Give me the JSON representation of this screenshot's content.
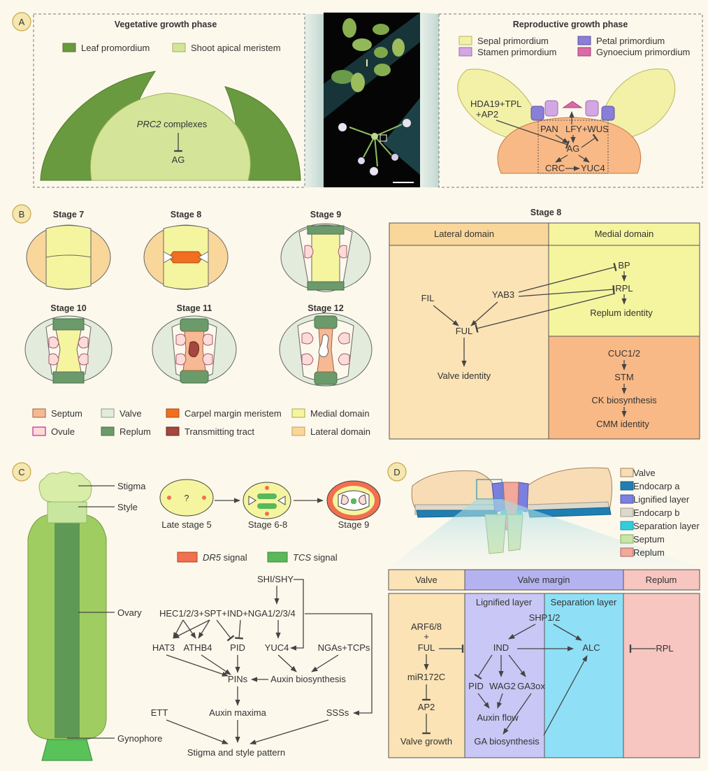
{
  "panel_letters": {
    "a": "A",
    "b": "B",
    "c": "C",
    "d": "D"
  },
  "panelA": {
    "veg_title": "Vegetative growth phase",
    "legend": [
      {
        "label": "Leaf promordium",
        "color": "#6a9a3f"
      },
      {
        "label": "Shoot apical meristem",
        "color": "#d4e59a"
      }
    ],
    "prc2_italic": "PRC2",
    "prc2_rest": " complexes",
    "ag": "AG",
    "repro_title": "Reproductive growth phase",
    "repro_legend": [
      {
        "label": "Sepal primordium",
        "color": "#f3f1a8"
      },
      {
        "label": "Petal primordium",
        "color": "#8a7fd8"
      },
      {
        "label": "Stamen primordium",
        "color": "#d3a7e3"
      },
      {
        "label": "Gynoecium primordium",
        "color": "#d96ca6"
      }
    ],
    "repro_nodes": {
      "hda_line1": "HDA19+TPL",
      "hda_line2": "+AP2",
      "pan": "PAN",
      "lfy": "LFY+WUS",
      "ag": "AG",
      "crc": "CRC",
      "yuc4": "YUC4"
    }
  },
  "panelB": {
    "stages": [
      "Stage 7",
      "Stage 8",
      "Stage 9",
      "Stage 10",
      "Stage 11",
      "Stage 12"
    ],
    "legend": [
      {
        "label": "Septum",
        "color": "#f6b993"
      },
      {
        "label": "Valve",
        "color": "#e3ecdc"
      },
      {
        "label": "Carpel margin meristem",
        "color": "#f26f1f"
      },
      {
        "label": "Medial domain",
        "color": "#f5f5a0"
      },
      {
        "label": "Ovule",
        "color": "#fbdcd6"
      },
      {
        "label": "Replum",
        "color": "#6b9a6b"
      },
      {
        "label": "Transmitting tract",
        "color": "#a5463f"
      },
      {
        "label": "Lateral domain",
        "color": "#f9d69a"
      }
    ],
    "stage8_title": "Stage 8",
    "lateral_header": "Lateral domain",
    "medial_header": "Medial domain",
    "nodes": {
      "bp": "BP",
      "rpl": "RPL",
      "replum_identity": "Replum identity",
      "fil": "FIL",
      "yab3": "YAB3",
      "ful": "FUL",
      "valve_identity": "Valve identity",
      "cuc": "CUC1/2",
      "stm": "STM",
      "ck": "CK biosynthesis",
      "cmm": "CMM identity"
    }
  },
  "panelC": {
    "gyn_labels": [
      "Stigma",
      "Style",
      "Ovary",
      "Gynophore"
    ],
    "stages": [
      "Late stage 5",
      "Stage 6-8",
      "Stage 9"
    ],
    "question": "?",
    "dr5_italic": "DR5",
    "tcs_italic": "TCS",
    "signal": " signal",
    "nodes": {
      "shi": "SHI/SHY",
      "hec": "HEC1/2/3+SPT+IND+NGA1/2/3/4",
      "hat3": "HAT3",
      "athb4": "ATHB4",
      "pid": "PID",
      "yuc4": "YUC4",
      "ngas": "NGAs+TCPs",
      "pins": "PINs",
      "auxin_bio": "Auxin biosynthesis",
      "ett": "ETT",
      "auxin_max": "Auxin maxima",
      "sss": "SSSs",
      "stigma_pattern": "Stigma and style pattern"
    }
  },
  "panelD": {
    "legend": [
      {
        "label": "Valve",
        "color": "#f7dcb5"
      },
      {
        "label": "Endocarp a",
        "color": "#1f7fb3"
      },
      {
        "label": "Lignified layer",
        "color": "#7b7fe0"
      },
      {
        "label": "Endocarp b",
        "color": "#ddd8cc"
      },
      {
        "label": "Separation layer",
        "color": "#33ccdd"
      },
      {
        "label": "Septum",
        "color": "#c9e4a8"
      },
      {
        "label": "Replum",
        "color": "#f2a89a"
      }
    ],
    "headers": {
      "valve": "Valve",
      "valve_margin": "Valve margin",
      "replum": "Replum"
    },
    "sub_headers": {
      "lignified": "Lignified layer",
      "separation": "Separation layer"
    },
    "nodes": {
      "arf": "ARF6/8",
      "plus": "+",
      "ful": "FUL",
      "mir": "miR172C",
      "ap2": "AP2",
      "valve_growth": "Valve growth",
      "shp": "SHP1/2",
      "ind": "IND",
      "alc": "ALC",
      "pid": "PID",
      "wag2": "WAG2",
      "ga3ox": "GA3ox",
      "auxin_flow": "Auxin flow",
      "ga_bio": "GA biosynthesis",
      "rpl": "RPL"
    }
  }
}
